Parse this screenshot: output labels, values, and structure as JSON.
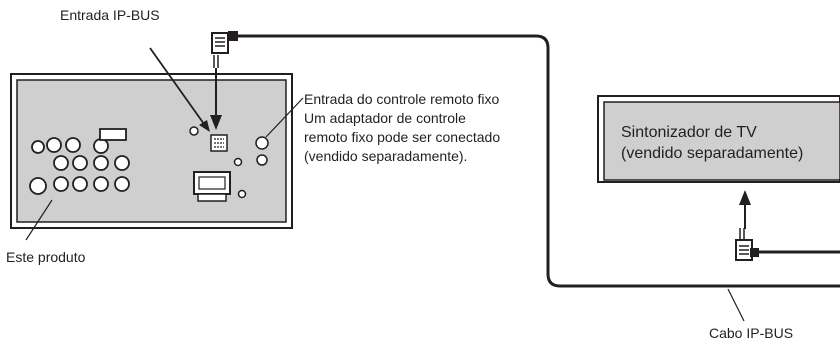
{
  "labels": {
    "ipbus_input": "Entrada IP-BUS",
    "remote_title": "Entrada do controle remoto fixo",
    "remote_desc_1": "Um adaptador de controle",
    "remote_desc_2": "remoto fixo pode ser conectado",
    "remote_desc_3": "(vendido separadamente).",
    "this_product": "Este produto",
    "cable": "Cabo IP-BUS"
  },
  "tuner": {
    "line1": "Sintonizador de TV",
    "line2": "(vendido separadamente)"
  },
  "colors": {
    "panel": "#cfcfcf",
    "line": "#231f20"
  }
}
